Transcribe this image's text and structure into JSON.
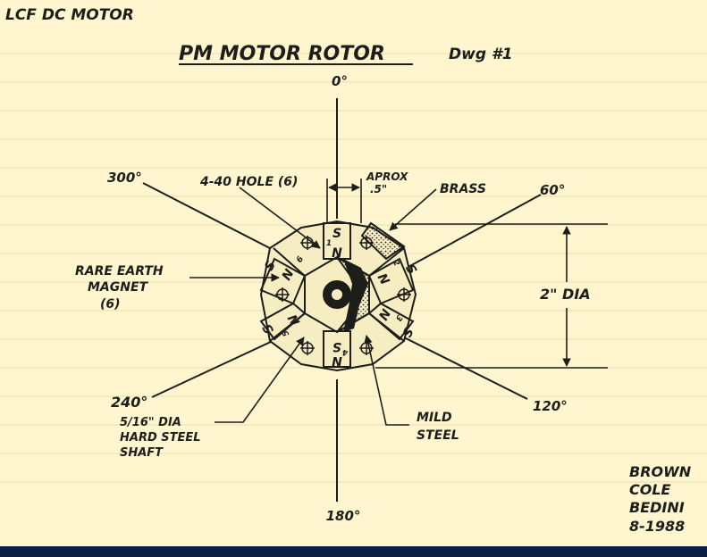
{
  "header": {
    "corner": "LCF DC MOTOR",
    "title": "PM MOTOR ROTOR",
    "drawing_no": "Dwg #1"
  },
  "angles": {
    "a0": "0°",
    "a60": "60°",
    "a120": "120°",
    "a180": "180°",
    "a240": "240°",
    "a300": "300°"
  },
  "labels": {
    "hole": "4-40 HOLE (6)",
    "aprox_1": "APROX",
    "aprox_2": ".5\"",
    "brass": "BRASS",
    "diameter": "2\" DIA",
    "magnet_1": "RARE EARTH",
    "magnet_2": "MAGNET",
    "magnet_3": "(6)",
    "shaft_1": "5/16\" DIA",
    "shaft_2": "HARD STEEL",
    "shaft_3": "SHAFT",
    "mild_1": "MILD",
    "mild_2": "STEEL"
  },
  "magnets": [
    {
      "num": "1",
      "pole_s": "S",
      "pole_n": "N"
    },
    {
      "num": "2",
      "pole_s": "S",
      "pole_n": "N"
    },
    {
      "num": "3",
      "pole_s": "S",
      "pole_n": "N"
    },
    {
      "num": "4",
      "pole_s": "S",
      "pole_n": "N"
    },
    {
      "num": "5",
      "pole_s": "S",
      "pole_n": "N"
    },
    {
      "num": "6",
      "pole_s": "S",
      "pole_n": "N"
    }
  ],
  "signature": {
    "line1": "BROWN",
    "line2": "COLE",
    "line3": "BEDINI",
    "line4": "8-1988"
  },
  "colors": {
    "paper": "#fff6cf",
    "ink": "#1d1d1a",
    "border": "#0b1e46"
  }
}
